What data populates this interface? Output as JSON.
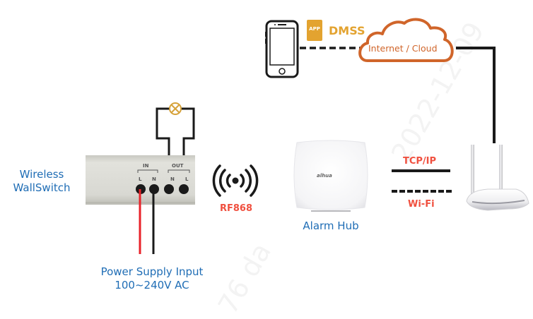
{
  "diagram": {
    "watermarks": [
      "2022-12-09",
      "76 da"
    ],
    "phone": {
      "icon": "smartphone-icon"
    },
    "app": {
      "badge_text": "APP",
      "name": "DMSS",
      "color": "#e3a330"
    },
    "cloud": {
      "label": "Internet / Cloud",
      "color": "#d0652a"
    },
    "wall_switch": {
      "label_line1": "Wireless",
      "label_line2": "WallSwitch",
      "in_label": "IN",
      "out_label": "OUT",
      "terminals": [
        "L",
        "N",
        "N",
        "L"
      ]
    },
    "lamp": {
      "icon": "lamp-icon",
      "color": "#d6a23a"
    },
    "power_supply": {
      "line1": "Power Supply Input",
      "line2": "100~240V AC"
    },
    "rf": {
      "icon": "wireless-signal-icon",
      "label": "RF868"
    },
    "hub": {
      "label": "Alarm Hub",
      "brand": "alhua"
    },
    "links": {
      "tcpip": "TCP/IP",
      "wifi": "Wi-Fi"
    },
    "router": {
      "icon": "router-icon"
    },
    "colors": {
      "blue_text": "#1f6db5",
      "red_text": "#f0503f",
      "wire_black": "#1a1a1a",
      "wire_red": "#e8232a"
    }
  }
}
